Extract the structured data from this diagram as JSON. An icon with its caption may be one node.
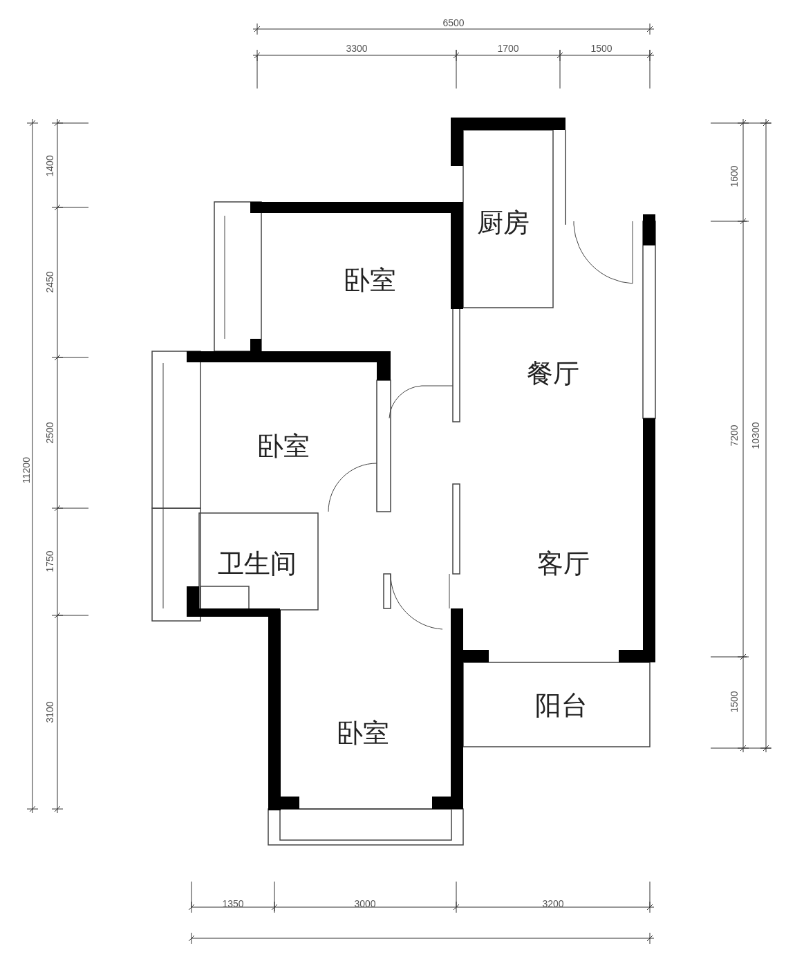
{
  "diagram": {
    "nodes": [
      {
        "text": [
          "厨房"
        ]
      },
      {
        "text": [
          "卧室"
        ]
      },
      {
        "text": [
          "餐厅"
        ]
      },
      {
        "text": [
          "卧室"
        ]
      },
      {
        "text": [
          "卫生间"
        ]
      },
      {
        "text": [
          "客厅"
        ]
      },
      {
        "text": [
          "阳台"
        ]
      },
      {
        "text": [
          "卧室"
        ]
      }
    ],
    "labels": [
      "6500",
      "3300",
      "1700",
      "1500",
      "1400",
      "2450",
      "2500",
      "1750",
      "3100",
      "11200",
      "1600",
      "7200",
      "10300",
      "1500",
      "1350",
      "3000",
      "3200"
    ]
  }
}
